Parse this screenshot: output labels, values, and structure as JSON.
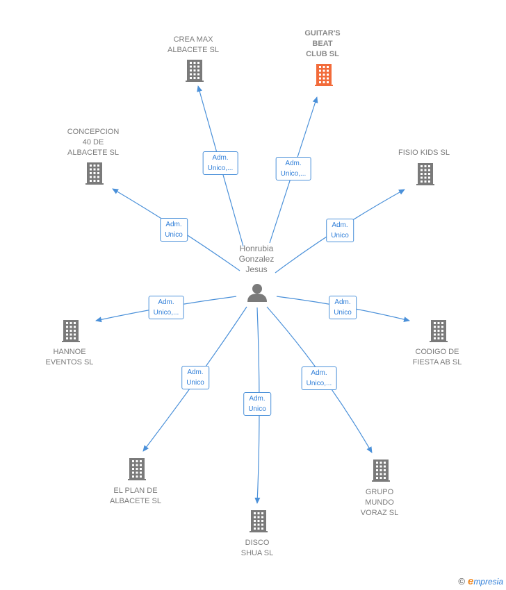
{
  "center": {
    "name": "Honrubia\nGonzalez\nJesus",
    "icon": "person-icon"
  },
  "colors": {
    "edge": "#4a90d9",
    "building": "#7a7a7a",
    "building_highlight": "#f26b3a",
    "person": "#7a7a7a"
  },
  "companies": [
    {
      "id": "crea-max",
      "name": "CREA MAX\nALBACETE  SL",
      "role": "Adm.\nUnico,...",
      "highlight": false
    },
    {
      "id": "guitars-beat",
      "name": "GUITAR'S\nBEAT\nCLUB  SL",
      "role": "Adm.\nUnico,...",
      "highlight": true
    },
    {
      "id": "concepcion",
      "name": "CONCEPCION\n40 DE\nALBACETE SL",
      "role": "Adm.\nUnico",
      "highlight": false
    },
    {
      "id": "fisio-kids",
      "name": "FISIO KIDS SL",
      "role": "Adm.\nUnico",
      "highlight": false
    },
    {
      "id": "hannoe",
      "name": "HANNOE\nEVENTOS  SL",
      "role": "Adm.\nUnico,...",
      "highlight": false
    },
    {
      "id": "codigo",
      "name": "CODIGO DE\nFIESTA AB  SL",
      "role": "Adm.\nUnico",
      "highlight": false
    },
    {
      "id": "el-plan",
      "name": "EL PLAN DE\nALBACETE  SL",
      "role": "Adm.\nUnico",
      "highlight": false
    },
    {
      "id": "grupo-mundo",
      "name": "GRUPO\nMUNDO\nVORAZ  SL",
      "role": "Adm.\nUnico,...",
      "highlight": false
    },
    {
      "id": "disco-shua",
      "name": "DISCO\nSHUA SL",
      "role": "Adm.\nUnico",
      "highlight": false
    }
  ],
  "footer": {
    "copyright": "©",
    "brand_initial": "e",
    "brand_rest": "mpresia"
  }
}
